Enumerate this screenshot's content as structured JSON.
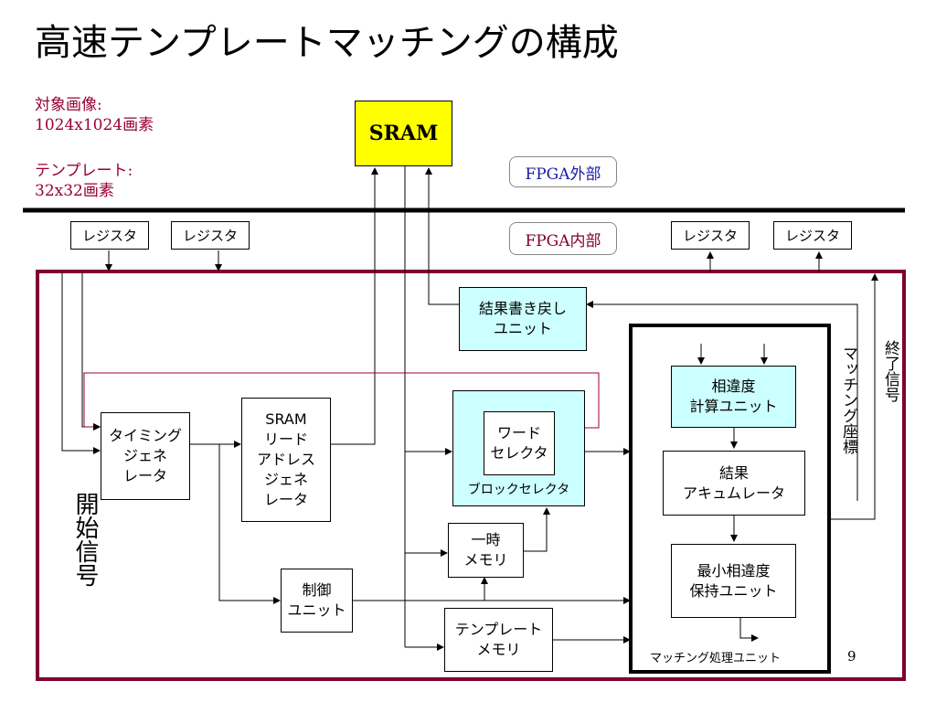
{
  "title": "高速テンプレートマッチングの構成",
  "notes": {
    "target_label": "対象画像:",
    "target_value": "1024x1024画素",
    "template_label": "テンプレート:",
    "template_value": "32x32画素"
  },
  "sram": "SRAM",
  "fpga_outside": "FPGA外部",
  "fpga_inside": "FPGA内部",
  "registers": [
    "レジスタ",
    "レジスタ",
    "レジスタ",
    "レジスタ"
  ],
  "blocks": {
    "writeback": "結果書き戻し\nユニット",
    "timing": "タイミング\nジェネ\nレータ",
    "sram_read": "SRAM\nリード\nアドレス\nジェネ\nレータ",
    "word_selector": "ワード\nセレクタ",
    "block_selector": "ブロックセレクタ",
    "temp_memory": "一時\nメモリ",
    "control": "制御\nユニット",
    "template_memory": "テンプレート\nメモリ",
    "dissimilarity_calc": "相違度\n計算ユニット",
    "accumulator": "結果\nアキュムレータ",
    "min_hold": "最小相違度\n保持ユニット",
    "matching_unit": "マッチング処理ユニット"
  },
  "vertical_labels": {
    "start_signal": "開始信号",
    "matching_coord": "マッチング座標",
    "end_signal": "終了信号"
  },
  "page_number": "9",
  "colors": {
    "frame": "#800033",
    "note": "#990033",
    "fpga_outside": "#1a1aa6",
    "fpga_inside": "#800033",
    "sram": "#ffff00",
    "cyan": "#ccffff"
  }
}
